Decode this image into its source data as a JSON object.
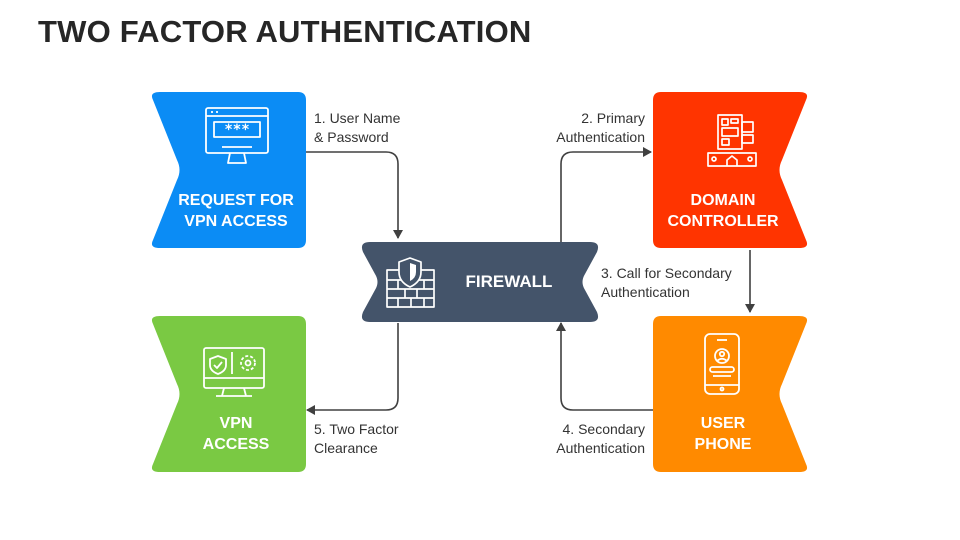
{
  "title": "TWO FACTOR AUTHENTICATION",
  "nodes": {
    "vpn_request": {
      "label": "REQUEST FOR\nVPN ACCESS",
      "color": "#0B8CF5",
      "icon": "password-monitor-icon"
    },
    "domain_controller": {
      "label": "DOMAIN\nCONTROLLER",
      "color": "#FF3400",
      "icon": "server-board-icon"
    },
    "firewall": {
      "label": "FIREWALL",
      "color": "#44546A",
      "icon": "firewall-shield-icon"
    },
    "vpn_access": {
      "label": "VPN\nACCESS",
      "color": "#7AC943",
      "icon": "secure-monitor-icon"
    },
    "user_phone": {
      "label": "USER\nPHONE",
      "color": "#FF8A00",
      "icon": "smartphone-user-icon"
    }
  },
  "steps": {
    "step1": "1. User Name\n& Password",
    "step2": "2. Primary\nAuthentication",
    "step3": "3. Call for Secondary\nAuthentication",
    "step4": "4. Secondary\nAuthentication",
    "step5": "5. Two Factor\nClearance"
  },
  "colors": {
    "connector": "#404040",
    "title": "#262626"
  }
}
